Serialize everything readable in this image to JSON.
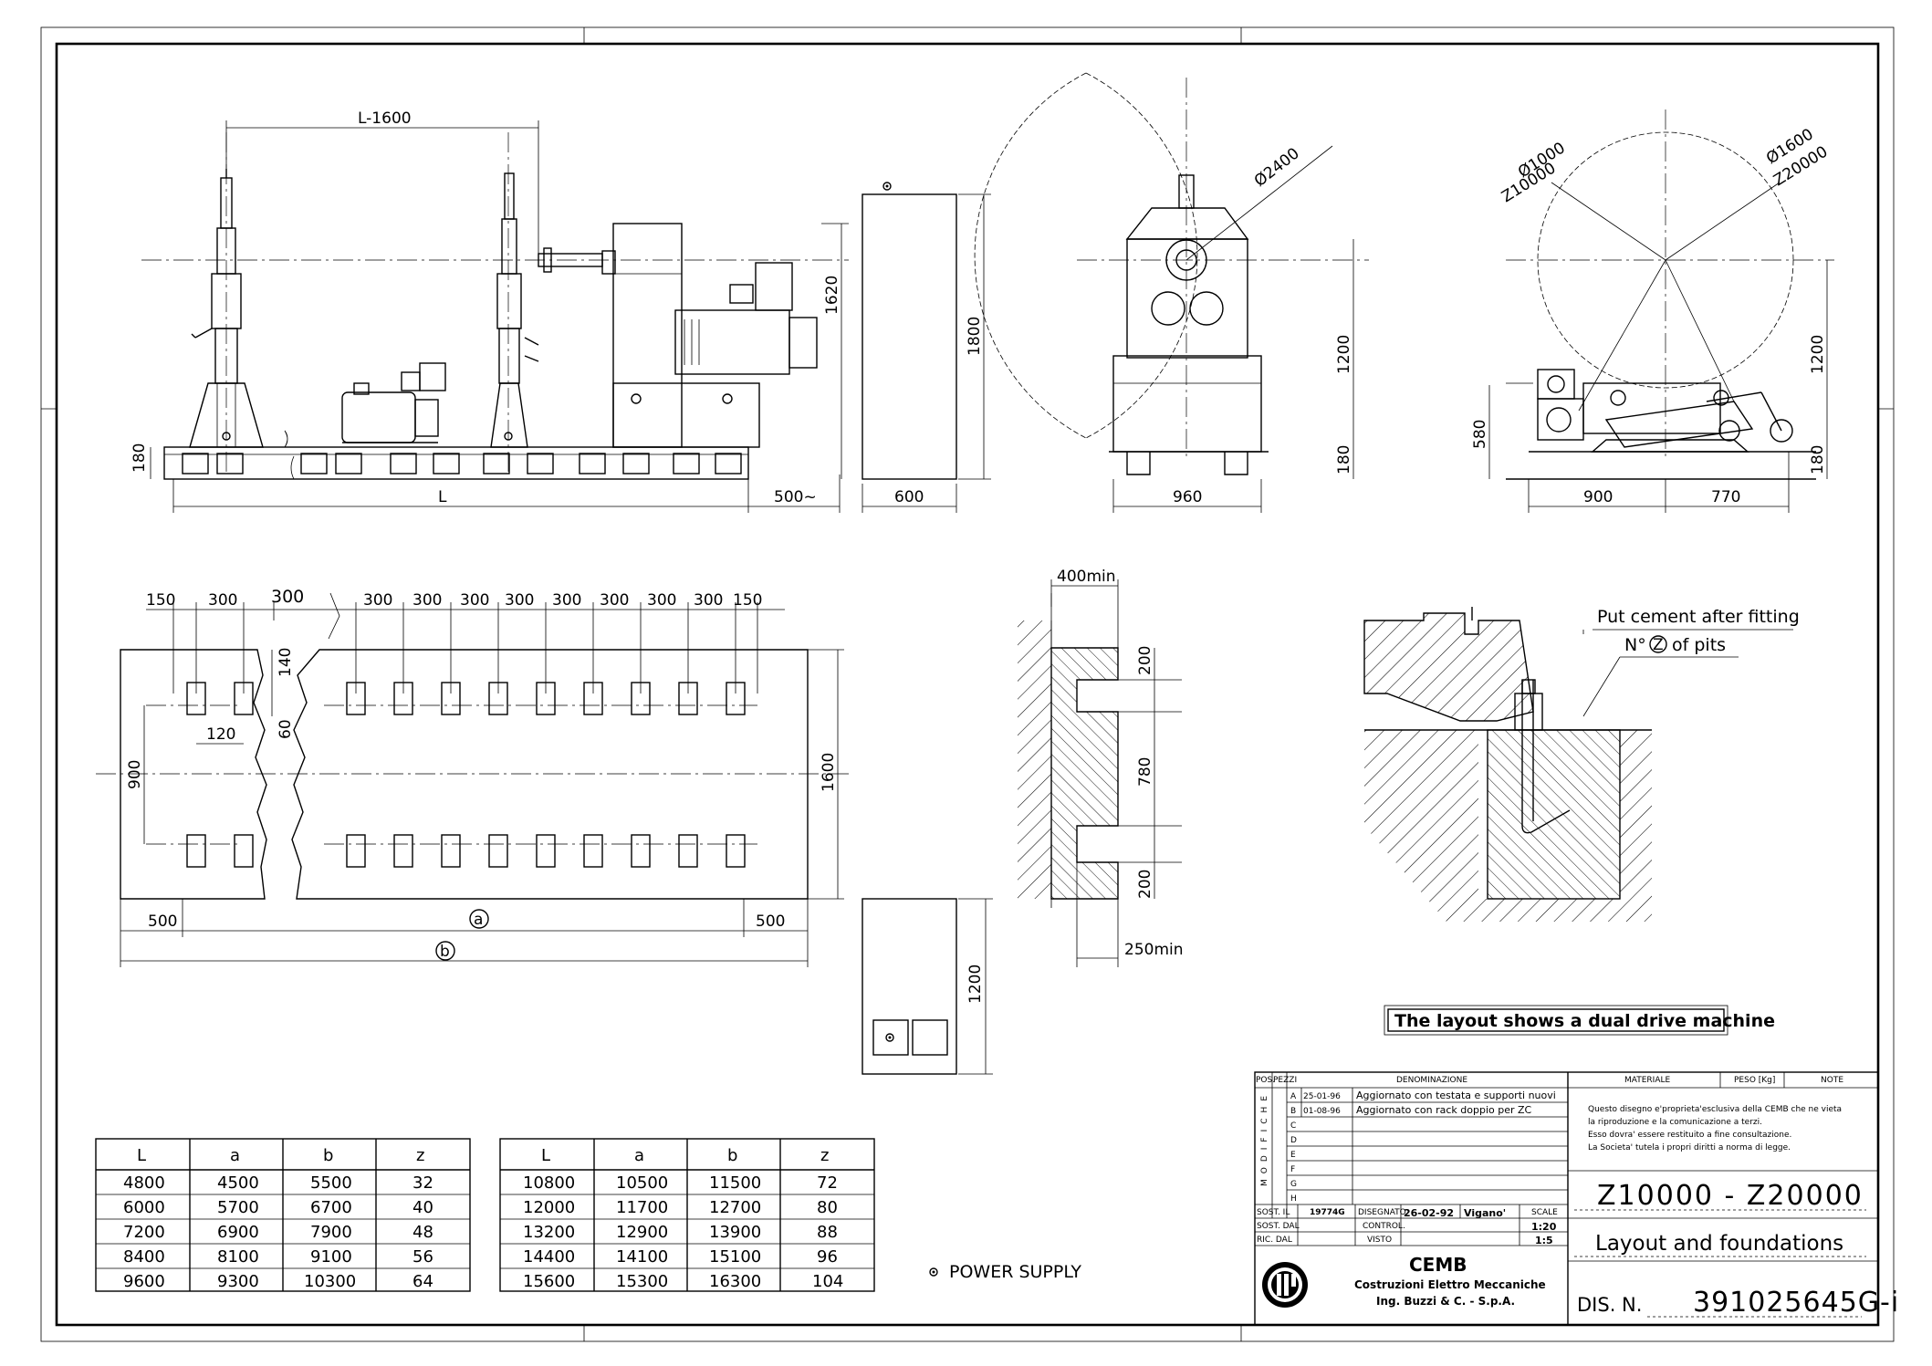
{
  "dimensions": {
    "elevation": {
      "l_minus": "L-1600",
      "h1620": "1620",
      "h180_left": "180",
      "l": "L",
      "d500": "500~",
      "cab_h": "1800",
      "cab_w": "600"
    },
    "front_view": {
      "dia": "Ø2400",
      "h1200": "1200",
      "h180": "180",
      "w960": "960"
    },
    "side_view": {
      "d1000": "Ø1000",
      "z10000": "Z10000",
      "d1600": "Ø1600",
      "z20000": "Z20000",
      "h580": "580",
      "h1200": "1200",
      "h180": "180",
      "w900": "900",
      "w770": "770"
    },
    "plan": {
      "p150": "150",
      "p300": "300",
      "h140": "140",
      "h60": "60",
      "w120": "120",
      "h900": "900",
      "h1600": "1600",
      "e500": "500",
      "a": "a",
      "b": "b"
    },
    "section": {
      "w400": "400min",
      "h200a": "200",
      "h780": "780",
      "h200b": "200",
      "w250": "250min"
    },
    "lower_cabinet": {
      "h1200": "1200"
    }
  },
  "detail": {
    "note1": "Put cement after fitting",
    "note2_prefix": "N°",
    "note2_z": "Z",
    "note2_suffix": "of pits"
  },
  "layout_note": "The layout shows a dual drive machine",
  "power_supply": "POWER SUPPLY",
  "tables": [
    {
      "headers": [
        "L",
        "a",
        "b",
        "z"
      ],
      "rows": [
        [
          "4800",
          "4500",
          "5500",
          "32"
        ],
        [
          "6000",
          "5700",
          "6700",
          "40"
        ],
        [
          "7200",
          "6900",
          "7900",
          "48"
        ],
        [
          "8400",
          "8100",
          "9100",
          "56"
        ],
        [
          "9600",
          "9300",
          "10300",
          "64"
        ]
      ]
    },
    {
      "headers": [
        "L",
        "a",
        "b",
        "z"
      ],
      "rows": [
        [
          "10800",
          "10500",
          "11500",
          "72"
        ],
        [
          "12000",
          "11700",
          "12700",
          "80"
        ],
        [
          "13200",
          "12900",
          "13900",
          "88"
        ],
        [
          "14400",
          "14100",
          "15100",
          "96"
        ],
        [
          "15600",
          "15300",
          "16300",
          "104"
        ]
      ]
    }
  ],
  "title_block": {
    "header": {
      "pos": "POS.",
      "pezzi": "PEZZI",
      "denominazione": "DENOMINAZIONE",
      "materiale": "MATERIALE",
      "peso": "PESO [Kg]",
      "note": "NOTE"
    },
    "modifiche_label": "MODIFICHE",
    "revisions": [
      {
        "letter": "A",
        "date": "25-01-96",
        "text": "Aggiornato con testata e supporti nuovi"
      },
      {
        "letter": "B",
        "date": "01-08-96",
        "text": "Aggiornato con rack doppio per ZC"
      },
      {
        "letter": "C",
        "date": "",
        "text": ""
      },
      {
        "letter": "D",
        "date": "",
        "text": ""
      },
      {
        "letter": "E",
        "date": "",
        "text": ""
      },
      {
        "letter": "F",
        "date": "",
        "text": ""
      },
      {
        "letter": "G",
        "date": "",
        "text": ""
      },
      {
        "letter": "H",
        "date": "",
        "text": ""
      }
    ],
    "notice": [
      "Questo disegno e'proprieta'esclusiva della CEMB che ne vieta",
      "la riproduzione e la comunicazione a terzi.",
      "Esso dovra' essere restituito a fine consultazione.",
      "La Societa' tutela i propri diritti a norma di legge."
    ],
    "sost_il": "SOST. IL",
    "sost_il_val": "19774G",
    "sost_dal": "SOST. DAL",
    "ric_dal": "RIC. DAL",
    "disegnato": "DISEGNATO",
    "disegnato_date": "26-02-92",
    "disegnato_name": "Vigano'",
    "controll": "CONTROL.",
    "visto": "VISTO",
    "scale_label": "SCALE",
    "scale1": "1:20",
    "scale2": "1:5",
    "company_name": "CEMB",
    "company_sub1": "Costruzioni Elettro Meccaniche",
    "company_sub2": "Ing. Buzzi & C. - S.p.A.",
    "model": "Z10000 - Z20000",
    "title": "Layout and foundations",
    "dis_label": "DIS. N.",
    "dis_number": "391025645G-i"
  }
}
